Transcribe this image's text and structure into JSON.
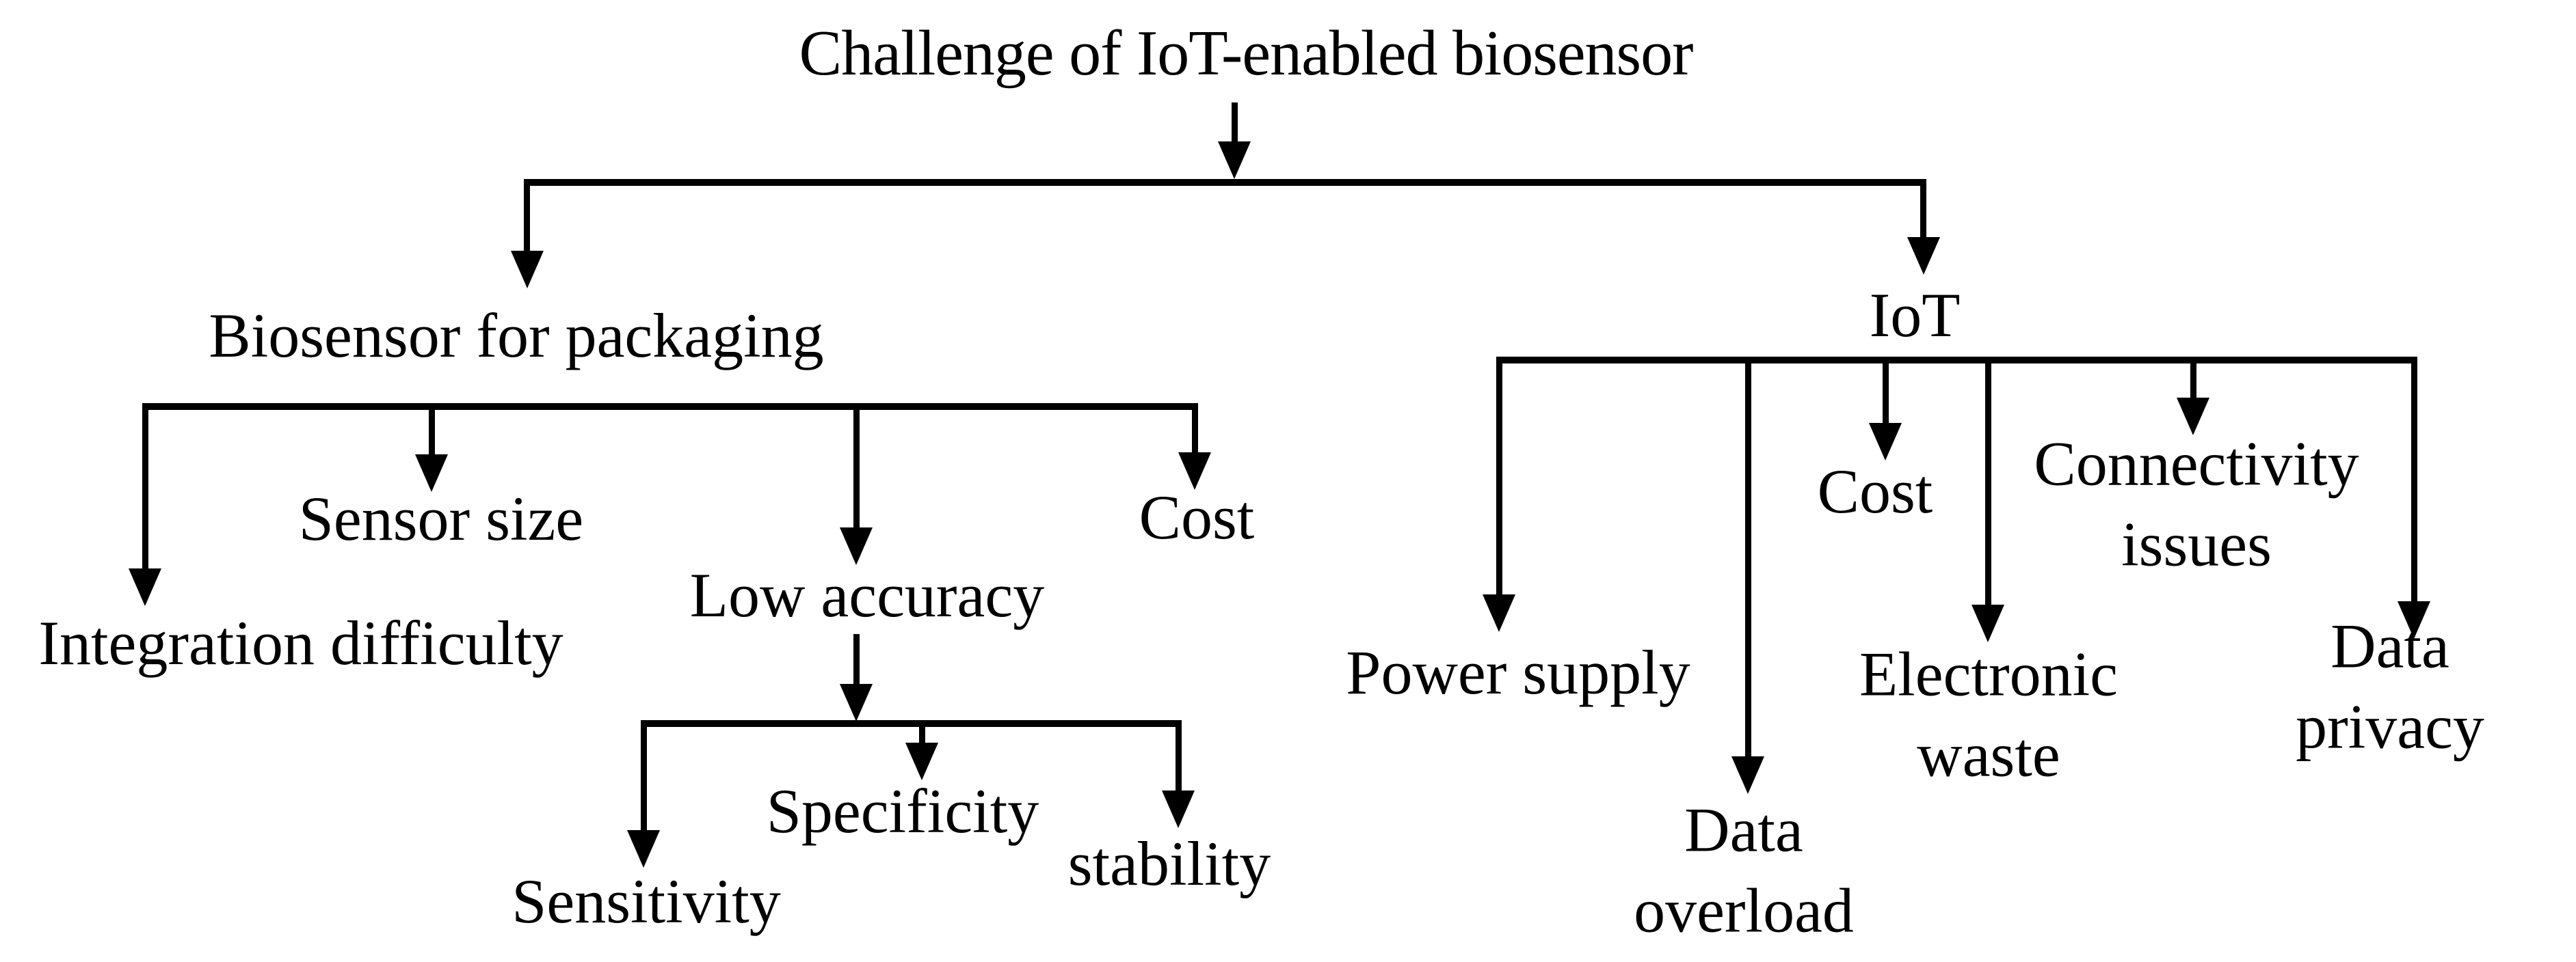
{
  "diagram_type": "tree-flowchart",
  "colors": {
    "background": "#ffffff",
    "line": "#000000",
    "text": "#000000"
  },
  "nodes": {
    "root": "Challenge of IoT-enabled biosensor",
    "biosensor_packaging": "Biosensor for packaging",
    "iot": "IoT",
    "integration_difficulty": "Integration difficulty",
    "sensor_size": "Sensor size",
    "low_accuracy": "Low accuracy",
    "cost_biosensor": "Cost",
    "sensitivity": "Sensitivity",
    "specificity": "Specificity",
    "stability": "stability",
    "power_supply": "Power supply",
    "data_overload": "Data\noverload",
    "cost_iot": "Cost",
    "electronic_waste": "Electronic\nwaste",
    "connectivity_issues": "Connectivity\nissues",
    "data_privacy": "Data privacy"
  },
  "hierarchy": {
    "root": [
      "biosensor_packaging",
      "iot"
    ],
    "biosensor_packaging": [
      "integration_difficulty",
      "sensor_size",
      "low_accuracy",
      "cost_biosensor"
    ],
    "low_accuracy": [
      "sensitivity",
      "specificity",
      "stability"
    ],
    "iot": [
      "power_supply",
      "data_overload",
      "cost_iot",
      "electronic_waste",
      "connectivity_issues",
      "data_privacy"
    ]
  }
}
